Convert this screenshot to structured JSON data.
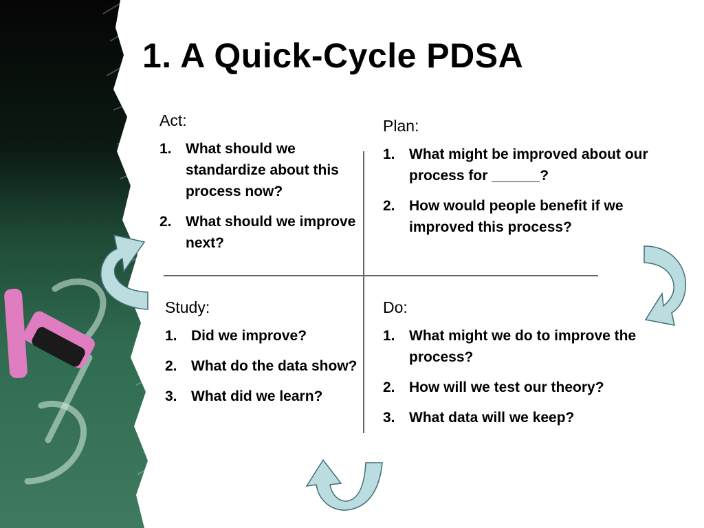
{
  "title": "1. A Quick-Cycle PDSA",
  "quadrants": {
    "act": {
      "heading": "Act:",
      "items": [
        {
          "num": "1.",
          "text": "What should we standardize about this process now?"
        },
        {
          "num": "2.",
          "text": "What should we improve next?"
        }
      ]
    },
    "plan": {
      "heading": "Plan:",
      "items": [
        {
          "num": "1.",
          "text": "What might be improved about our process for ______?"
        },
        {
          "num": "2.",
          "text": "How would people benefit if we improved this process?"
        }
      ]
    },
    "study": {
      "heading": "Study:",
      "items": [
        {
          "num": "1.",
          "text": "Did we improve?"
        },
        {
          "num": "2.",
          "text": "What do the data show?"
        },
        {
          "num": "3.",
          "text": "What did we learn?"
        }
      ]
    },
    "do": {
      "heading": "Do:",
      "items": [
        {
          "num": "1.",
          "text": "What might we do to improve the process?"
        },
        {
          "num": "2.",
          "text": "How will we test our theory?"
        },
        {
          "num": "3.",
          "text": "What data will we keep?"
        }
      ]
    }
  },
  "colors": {
    "arrow_fill": "#bcdde0",
    "arrow_stroke": "#3e6f78",
    "chalkboard_green": "#2f6b50",
    "chalk_pink": "#e07cc0"
  },
  "icons": [
    "curved-arrow-icon",
    "chalkboard-image"
  ]
}
